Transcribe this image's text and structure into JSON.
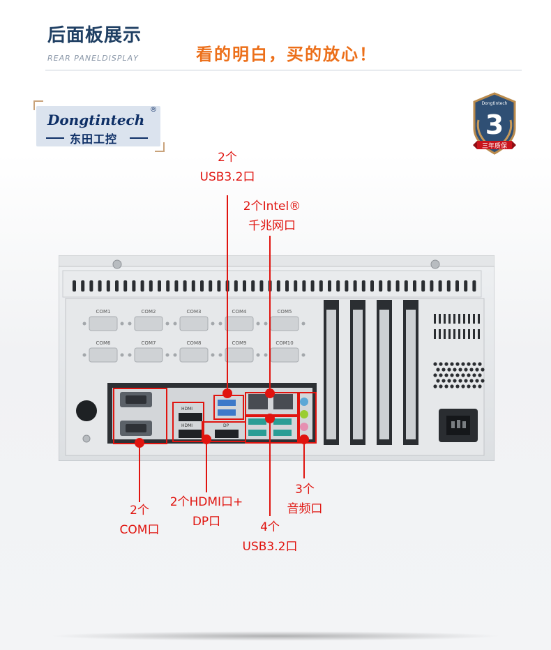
{
  "header": {
    "title": "后面板展示",
    "subtitle": "REAR PANELDISPLAY",
    "slogan": "看的明白，买的放心！"
  },
  "logo": {
    "brand": "Dongtintech",
    "registered_mark": "®",
    "brand_cn": "东田工控"
  },
  "badge": {
    "number": "3",
    "small_brand": "Dongtintech",
    "ribbon": "三年质保"
  },
  "callouts": {
    "usb_top": [
      "2个",
      "USB3.2口"
    ],
    "lan": [
      "2个Intel®",
      "千兆网口"
    ],
    "com": [
      "2个",
      "COM口"
    ],
    "hdmi_dp": [
      "2个HDMI口+",
      "DP口"
    ],
    "usb_bottom": [
      "4个",
      "USB3.2口"
    ],
    "audio": [
      "3个",
      "音频口"
    ]
  },
  "panel": {
    "com_row1": [
      "COM1",
      "COM2",
      "COM3",
      "COM4",
      "COM5"
    ],
    "com_row2": [
      "COM6",
      "COM7",
      "COM8",
      "COM9",
      "COM10"
    ],
    "io_labels": {
      "hdmi": "HDMI",
      "dp": "DP"
    }
  },
  "colors": {
    "callout_red": "#e0140f",
    "title_navy": "#1f3f63",
    "slogan_orange": "#ec6f19",
    "logo_navy": "#0e2f66"
  }
}
